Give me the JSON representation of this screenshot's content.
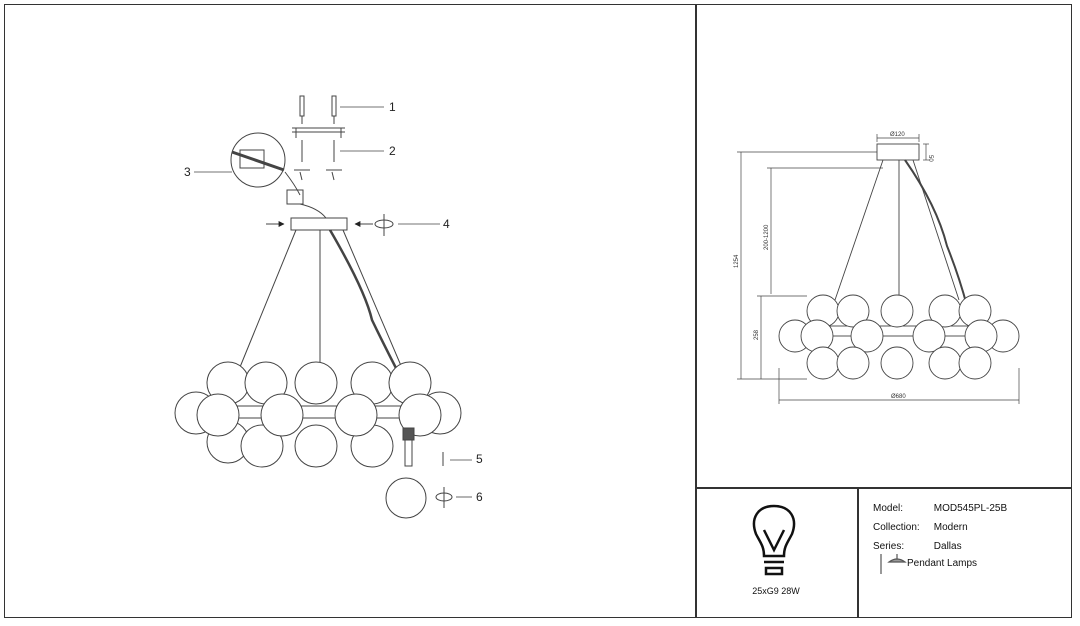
{
  "callouts": {
    "c1": "1",
    "c2": "2",
    "c3": "3",
    "c4": "4",
    "c5": "5",
    "c6": "6"
  },
  "dimensions": {
    "canopy_diameter": "Ø120",
    "canopy_height": "50",
    "total_height": "1254",
    "cable_length": "200-1200",
    "body_height": "258",
    "overall_diameter": "Ø680"
  },
  "specs": {
    "model_label": "Model:",
    "model_value": "MOD545PL-25B",
    "collection_label": "Collection:",
    "collection_value": "Modern",
    "series_label": "Series:",
    "series_value": "Dallas",
    "type_value": "Pendant Lamps"
  },
  "bulb": {
    "label": "25xG9 28W"
  },
  "colors": {
    "line": "#333333",
    "ink": "#222222"
  }
}
